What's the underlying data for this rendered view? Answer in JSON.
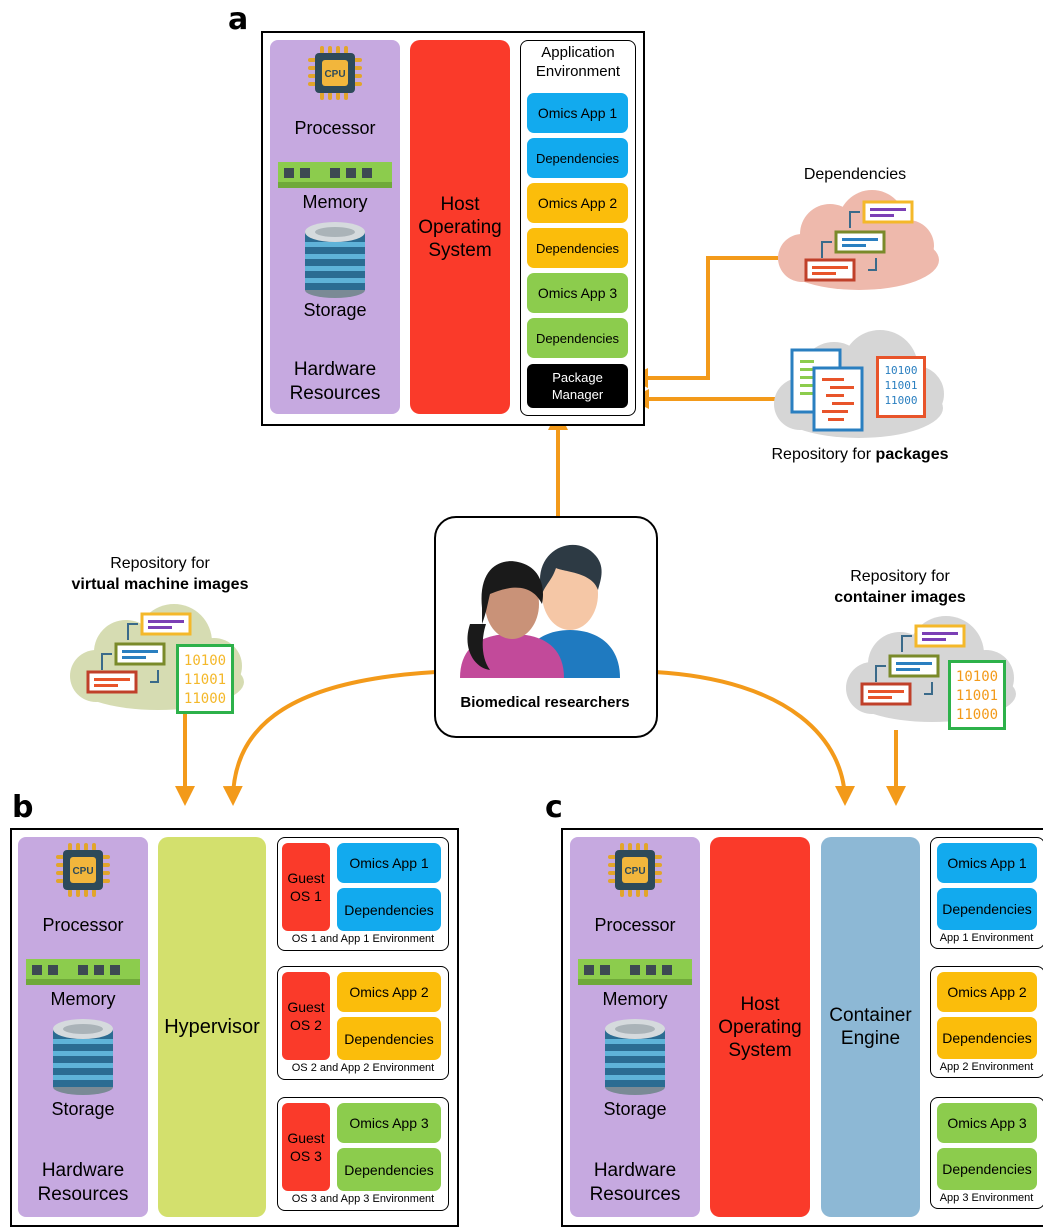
{
  "panels": {
    "a": "a",
    "b": "b",
    "c": "c"
  },
  "hardware": {
    "processor": "Processor",
    "memory": "Memory",
    "storage": "Storage",
    "resources_line1": "Hardware",
    "resources_line2": "Resources",
    "cpu_chip": "CPU"
  },
  "host_os": {
    "line1": "Host",
    "line2": "Operating",
    "line3": "System"
  },
  "app_env": {
    "title_line1": "Application",
    "title_line2": "Environment",
    "app1": "Omics App 1",
    "app2": "Omics App 2",
    "app3": "Omics App 3",
    "deps": "Dependencies",
    "pkg_line1": "Package",
    "pkg_line2": "Manager"
  },
  "hypervisor": "Hypervisor",
  "guest_os": {
    "label": "Guest",
    "os1": "OS 1",
    "os2": "OS 2",
    "os3": "OS 3",
    "env1": "OS 1 and App 1 Environment",
    "env2": "OS 2 and App 2 Environment",
    "env3": "OS 3 and App 3 Environment"
  },
  "container_engine": {
    "line1": "Container",
    "line2": "Engine"
  },
  "app_envs": {
    "env1": "App 1 Environment",
    "env2": "App 2 Environment",
    "env3": "App 3 Environment"
  },
  "clouds": {
    "dependencies": "Dependencies",
    "packages_prefix": "Repository for ",
    "packages_bold": "packages",
    "vm_line1": "Repository for",
    "vm_line2": "virtual machine images",
    "container_line1": "Repository for",
    "container_line2": "container images",
    "binary": [
      "10100",
      "11001",
      "11000"
    ]
  },
  "researchers": "Biomedical researchers",
  "colors": {
    "hardware": "#c6a9e0",
    "host_os": "#fa3a2a",
    "hypervisor": "#d3e06d",
    "container_engine": "#8db8d5",
    "app1": "#12aaee",
    "app2": "#fbbd0b",
    "app3": "#8ccc4d",
    "arrow": "#f39a1a"
  }
}
